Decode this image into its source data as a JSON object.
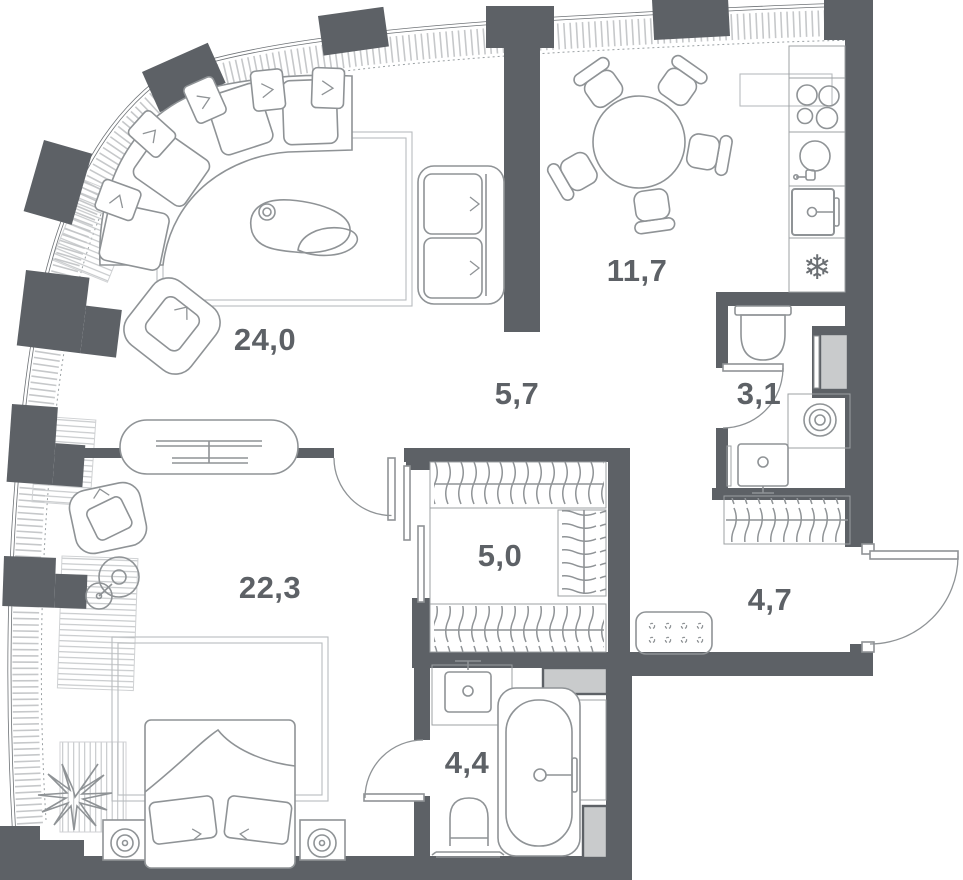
{
  "plan": {
    "type": "apartment-floor-plan",
    "colors": {
      "wall": "#5d6166",
      "furniture_line": "#8f9396",
      "window_hatch": "#c6c8ca",
      "shaft_fill": "#c9cbcc",
      "label_text": "#5d6166",
      "background": "#ffffff"
    },
    "icons": {
      "fridge_snowflake": "❄"
    },
    "rooms": [
      {
        "name": "living-room",
        "area": "24,0"
      },
      {
        "name": "kitchen-dining",
        "area": "11,7"
      },
      {
        "name": "hallway",
        "area": "5,7"
      },
      {
        "name": "bathroom-small",
        "area": "3,1"
      },
      {
        "name": "bedroom",
        "area": "22,3"
      },
      {
        "name": "walk-in-closet",
        "area": "5,0"
      },
      {
        "name": "entrance-hall",
        "area": "4,7"
      },
      {
        "name": "bathroom-main",
        "area": "4,4"
      }
    ]
  }
}
